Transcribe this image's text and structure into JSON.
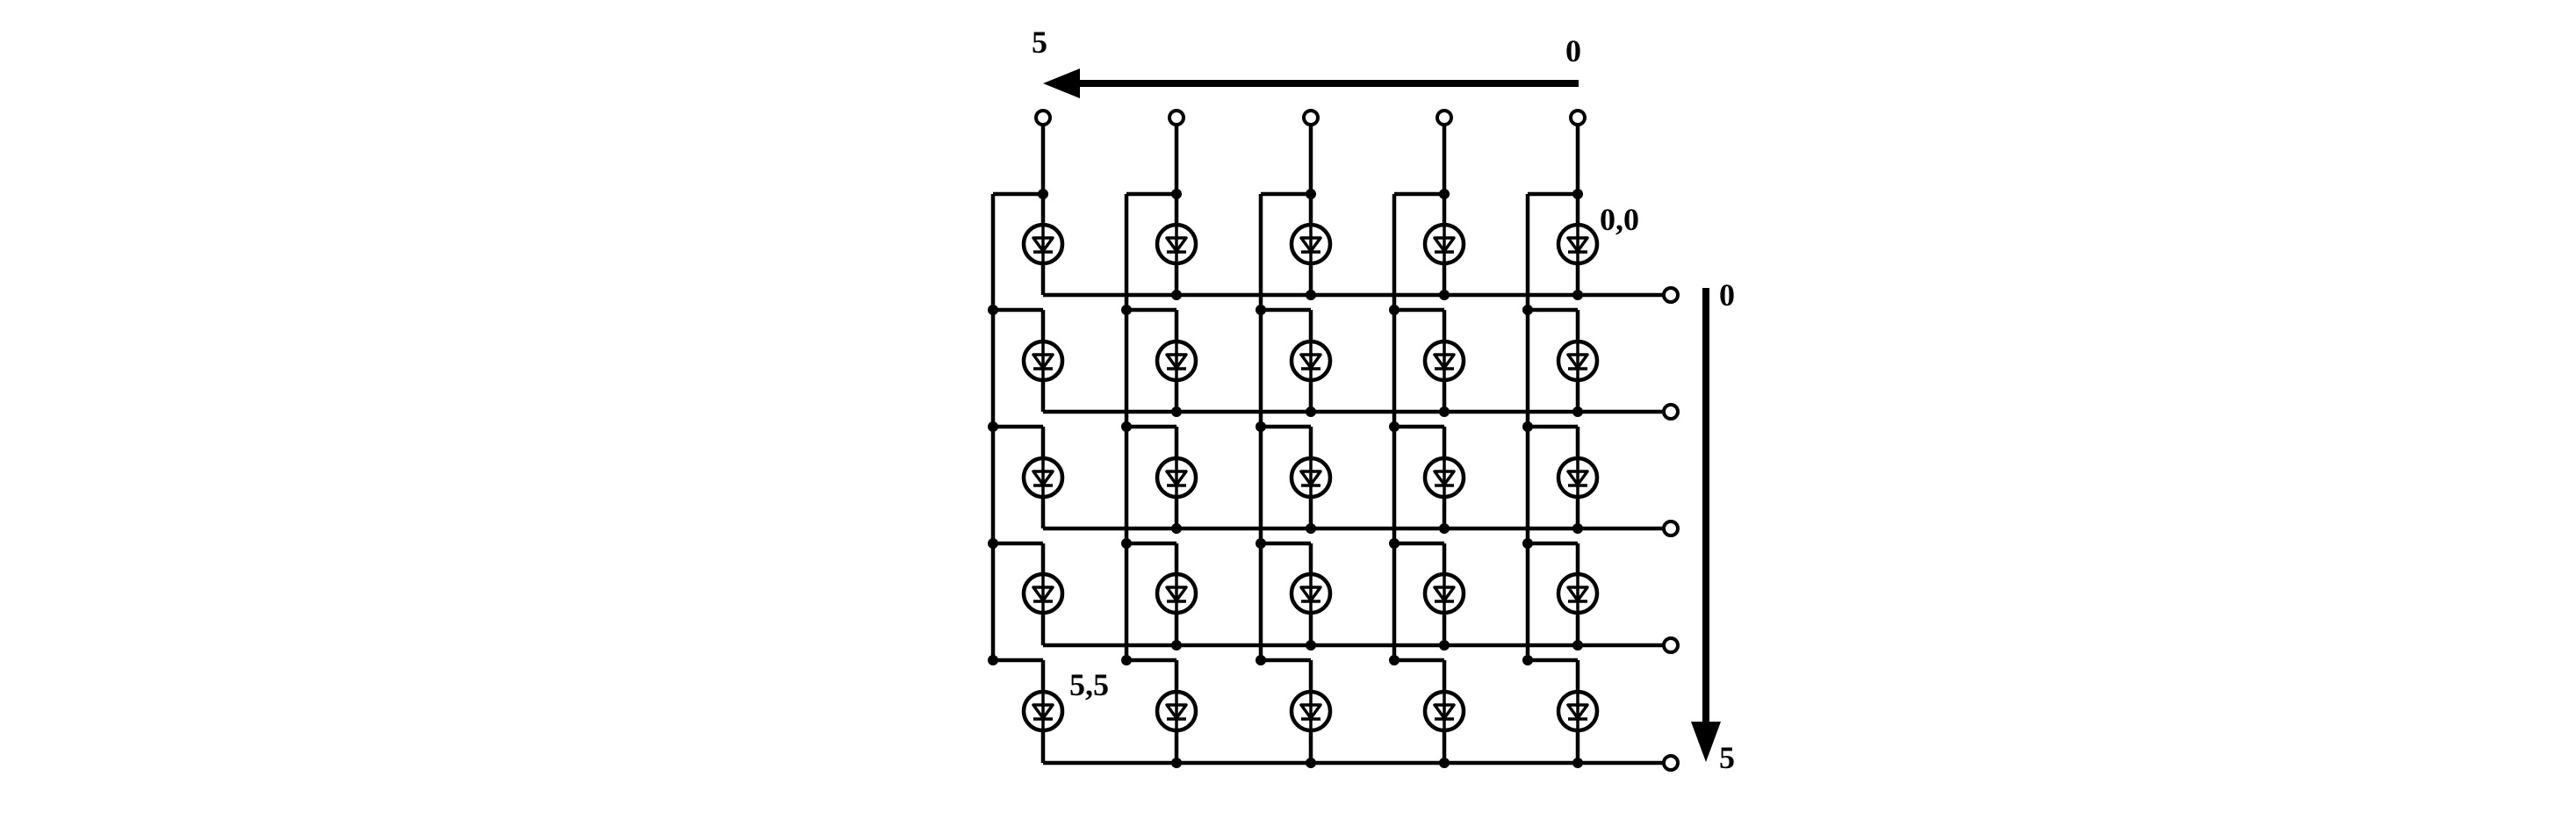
{
  "diagram": {
    "columns": 5,
    "rows": 5,
    "column_axis": {
      "start_label": "0",
      "end_label": "5"
    },
    "row_axis": {
      "start_label": "0",
      "end_label": "5"
    },
    "cell_labels": {
      "first": "0,0",
      "last": "5,5"
    },
    "stroke_color": "#000000",
    "background_color": "#ffffff",
    "component": "led-icon"
  }
}
